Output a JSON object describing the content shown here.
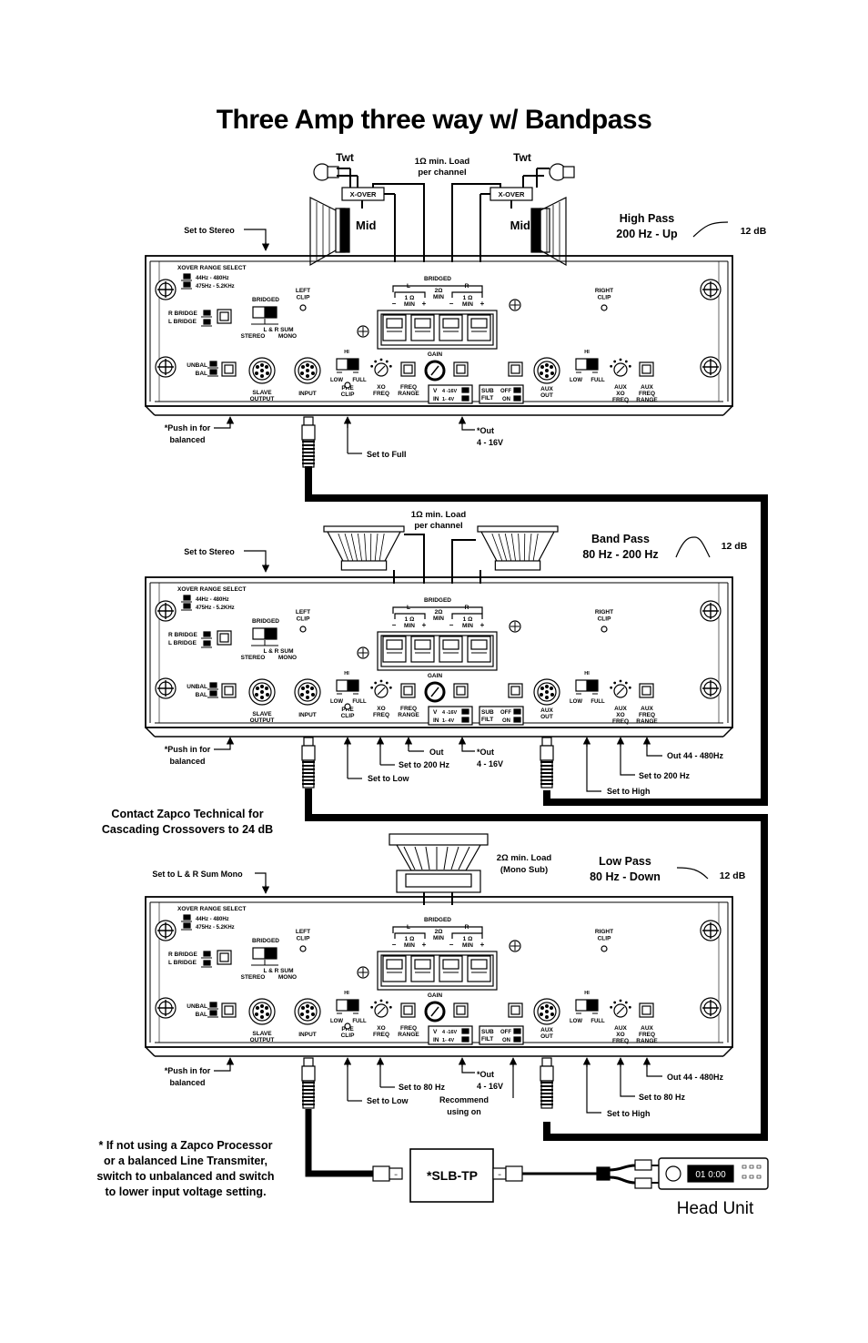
{
  "title": "Three Amp three way w/ Bandpass",
  "amp_labels": {
    "xover_range_select": "XOVER RANGE SELECT",
    "range_low": "44Hz - 480Hz",
    "range_high": "475Hz - 5.2KHz",
    "r_bridge": "R BRIDGE",
    "l_bridge": "L BRIDGE",
    "bridged": "BRIDGED",
    "stereo": "STEREO",
    "mono": "MONO",
    "lr_sum": "L & R SUM",
    "left_clip": "LEFT\nCLIP",
    "right_clip": "RIGHT\nCLIP",
    "l": "L",
    "r": "R",
    "one_ohm_min": "1 Ω\nMIN",
    "two_ohm_min": "2Ω\nMIN",
    "minus": "−",
    "plus": "+",
    "unbal": "UNBAL",
    "bal": "BAL",
    "slave_output": "SLAVE\nOUTPUT",
    "input": "INPUT",
    "hi": "HI",
    "low": "LOW",
    "full": "FULL",
    "pre_clip": "PRE\nCLIP",
    "xo_freq": "XO\nFREQ",
    "freq_range": "FREQ\nRANGE",
    "gain": "GAIN",
    "v": "V",
    "in": "IN",
    "v_4_16": "4 -16V",
    "v_1_4": "1- 4V",
    "sub_filt": "SUB\nFILT",
    "off": "OFF",
    "on": "ON",
    "aux_out": "AUX\nOUT",
    "aux_xo_freq": "AUX\nXO\nFREQ",
    "aux_freq_range": "AUX\nFREQ\nRANGE"
  },
  "amp1": {
    "tweeter_left": "Twt",
    "tweeter_right": "Twt",
    "crossover_left": "X-OVER",
    "crossover_right": "X-OVER",
    "mid_left": "Mid",
    "mid_right": "Mid",
    "load_note": "1Ω min. Load\nper channel",
    "filter_title": "High Pass\n200 Hz - Up",
    "slope": "12 dB",
    "set_to_stereo": "Set to Stereo",
    "push_in": "*Push in for\nbalanced",
    "set_to_full": "Set to Full",
    "out_4_16": "*Out\n4 - 16V"
  },
  "amp2": {
    "load_note": "1Ω min. Load\nper channel",
    "filter_title": "Band Pass\n80 Hz - 200 Hz",
    "slope": "12 dB",
    "set_to_stereo": "Set to Stereo",
    "push_in": "*Push in for\nbalanced",
    "set_to_low": "Set to Low",
    "out": "Out",
    "set_to_200": "Set to 200 Hz",
    "out_4_16": "*Out\n4 - 16V",
    "out_44_480": "Out 44 - 480Hz",
    "aux_set_to_200": "Set to 200 Hz",
    "set_to_high": "Set to High"
  },
  "cascade_note": "Contact Zapco Technical for\nCascading Crossovers to 24 dB",
  "amp3": {
    "load_note": "2Ω min. Load\n(Mono Sub)",
    "filter_title": "Low Pass\n80 Hz - Down",
    "slope": "12 dB",
    "set_to_mono": "Set to L & R Sum Mono",
    "push_in": "*Push in for\nbalanced",
    "set_to_low": "Set to Low",
    "set_to_80": "Set to 80 Hz",
    "out_4_16": "*Out\n4 - 16V",
    "recommend": "Recommend\nusing on",
    "out_44_480": "Out 44 - 480Hz",
    "aux_set_to_80": "Set to 80 Hz",
    "set_to_high": "Set to High"
  },
  "footnote": "* If not using a Zapco Processor\nor a balanced Line Transmiter,\nswitch to unbalanced and switch\nto lower input voltage setting.",
  "slb_label": "*SLB-TP",
  "head_unit_display": "01  0:00",
  "head_unit_label": "Head Unit"
}
